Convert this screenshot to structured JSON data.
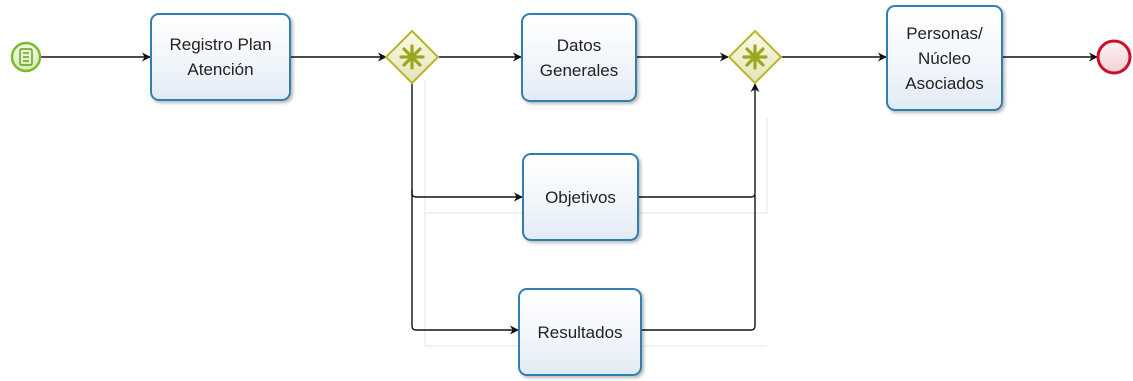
{
  "diagram": {
    "type": "bpmn-process",
    "colors": {
      "task_border": "#2f7fb0",
      "start_event": "#7dbb2c",
      "end_event": "#c8102e",
      "gateway": "#b9b52a",
      "flow": "#111111"
    },
    "events": {
      "start": {
        "icon": "message-list-icon"
      },
      "end": {}
    },
    "gateways": [
      {
        "id": "split",
        "kind": "parallel-complex",
        "icon": "asterisk-icon"
      },
      {
        "id": "join",
        "kind": "parallel-complex",
        "icon": "asterisk-icon"
      }
    ],
    "tasks": {
      "registro": {
        "lines": [
          "Registro Plan",
          "Atención"
        ]
      },
      "datos": {
        "lines": [
          "Datos",
          "Generales"
        ]
      },
      "objetivos": {
        "lines": [
          "Objetivos"
        ]
      },
      "resultados": {
        "lines": [
          "Resultados"
        ]
      },
      "personas": {
        "lines": [
          "Personas/",
          "Núcleo",
          "Asociados"
        ]
      }
    }
  }
}
